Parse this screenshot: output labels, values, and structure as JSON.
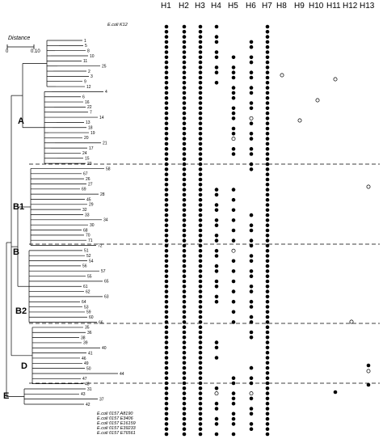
{
  "headers": [
    "H1",
    "H2",
    "H3",
    "H4",
    "H5",
    "H6",
    "H7",
    "H8",
    "H9",
    "H10",
    "H11",
    "H12",
    "H13"
  ],
  "reference_top": "E.coli K12",
  "references_bottom": [
    "E.coli 0157 A8190",
    "E.coli 0157 E3406",
    "E.coli 0157 E16159",
    "E.coli 0157 E39233",
    "E.coli 0157 E76561"
  ],
  "legend": {
    "title": "Distance",
    "min_label": "0",
    "max_label": "0.10"
  },
  "groups": [
    "A",
    "B1",
    "B",
    "B2",
    "D",
    "E"
  ],
  "leaf_labels": [
    "1",
    "5",
    "8",
    "10",
    "11",
    "25",
    "2",
    "3",
    "9",
    "12",
    "4",
    "6",
    "16",
    "22",
    "7",
    "14",
    "13",
    "18",
    "19",
    "20",
    "21",
    "17",
    "24",
    "15",
    "23",
    "58",
    "67",
    "26",
    "27",
    "69",
    "28",
    "45",
    "29",
    "32",
    "33",
    "34",
    "30",
    "68",
    "70",
    "71",
    "72",
    "51",
    "52",
    "54",
    "56",
    "57",
    "55",
    "65",
    "61",
    "62",
    "63",
    "64",
    "53",
    "59",
    "60",
    "66",
    "35",
    "36",
    "38",
    "39",
    "40",
    "41",
    "46",
    "49",
    "50",
    "44",
    "47",
    "48",
    "31",
    "43",
    "37",
    "42"
  ],
  "markers": {
    "filled": "presence (filled dot)",
    "open": "presence (open dot)"
  }
}
